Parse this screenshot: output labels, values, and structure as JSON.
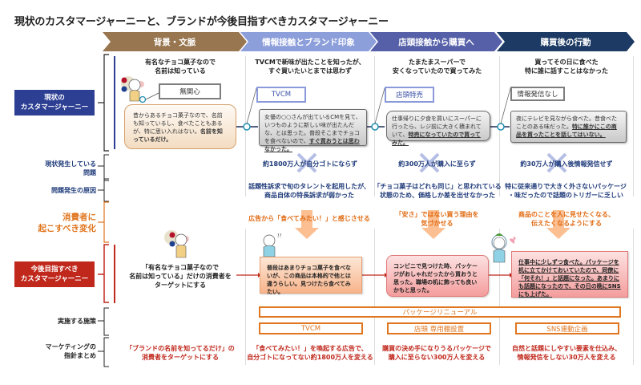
{
  "title": "現状のカスタマージャーニーと、ブランドが今後目指すべきカスタマージャーニー",
  "phases": [
    {
      "label": "背景・文脈",
      "color": "#98764f"
    },
    {
      "label": "情報接触とブランド印象",
      "color": "#8d9fdb"
    },
    {
      "label": "店頭接触から購買へ",
      "color": "#5560a8"
    },
    {
      "label": "購買後の行動",
      "color": "#1c3a63"
    }
  ],
  "rows": {
    "current_journey": "現状の\nカスタマージャーニー",
    "current_problem": "現状発生している\n問題",
    "cause": "問題発生の原因",
    "change": "消費者に\n起こすべき変化",
    "future_journey": "今後目指すべき\nカスタマージャーニー",
    "measures": "実施する施策",
    "summary": "マーケティングの\n指針まとめ"
  },
  "current": {
    "headlines": [
      "有名なチョコ菓子なので\n名前は知っている",
      "TVCMで新味が出たことを知ったが、\nすぐ買いたいとまでは思わず",
      "たまたまスーパーで\n安くなっていたので買ってみた",
      "買ってその日に食べた\n特に誰に話すことはなかった"
    ],
    "tags": [
      "無関心",
      "TVCM",
      "店頭特売",
      "情報発信なし"
    ],
    "stories": [
      {
        "plain": "昔からあるチョコ菓子なので、名前も知っているし、食べたこともあるが、特に思い入れはない。",
        "emph": "名前を知っているだけ。"
      },
      {
        "plain": "女優の○○さんが出ているCMを見て、いつものように新しい味が出たんだな、とは思った。普段そこまでチョコを食べないので、",
        "emph": "すぐ買おうとは思わなかった。"
      },
      {
        "plain": "仕事帰りに夕食を買いにスーパーに行ったら、レジ前に大きく積まれていて、",
        "emph": "特売になっていたので買ってみた。"
      },
      {
        "plain": "夜にテレビを見ながら食べた。昔食べたことのある味だった。",
        "emph": "特に誰かにこの商品を買ったことを話してはいない。"
      }
    ]
  },
  "problems": [
    "約1800万人が自分ゴトにならず",
    "約300万人が購入に至らず",
    "約30万人が購入後情報発信せず"
  ],
  "causes": [
    "話題性訴求で旬のタレントを起用したが、\n商品自体の特長訴求が弱かった",
    "「チョコ菓子はどれも同じ」と思われている\n状態のため、価格しか差を出せなかった",
    "特に従来通りで大きく外さないパッケージ\n・味だったので話題のトリガーに乏しい"
  ],
  "changes": [
    "広告から「食べてみたい！」と感じさせる",
    "「安さ」ではない買う理由を\n気づかせる",
    "商品のことを人に見せたくなる、\n伝えたくなるようにする"
  ],
  "future": {
    "target": "「有名なチョコ菓子なので\n名前は知っている」だけの消費者を\nターゲットにする",
    "stories": [
      "普段はあまりチョコ菓子を食べないが、この商品は本格的で他とは違うらしい。見つけたら食べてみたい。",
      "コンビニで見つけた時、パッケージがおしゃれだったから買おうと思った。職場の机に飾っても良いかもと思った。",
      "仕事中に少しずつ食べた。パッケージを机に立てかけておいていたので、同僚に「何それ！」と話題になった。あまりにも話題になったので、その日の晩にSNSにも上げた。"
    ]
  },
  "measures": {
    "common": "パッケージリニューアル",
    "items": [
      "TVCM",
      "店頭 専用棚設置",
      "SNS連動企画"
    ]
  },
  "summary": [
    "「ブランドの名前を知ってるだけ」の\n消費者をターゲットにする",
    "「食べてみたい！」を喚起する広告で、\n自分ゴトになってない約1800万人を変える",
    "購買の決め手になりうるパッケージで\n購入に至らない300万人を変える",
    "自然と話題にしやすい要素を仕込み、\n情報発信をしない30万人を変える"
  ],
  "colors": {
    "navy": "#2d3f93",
    "red": "#c0281c",
    "orange": "#e0761f",
    "problem_text": "#1f3b7a"
  }
}
